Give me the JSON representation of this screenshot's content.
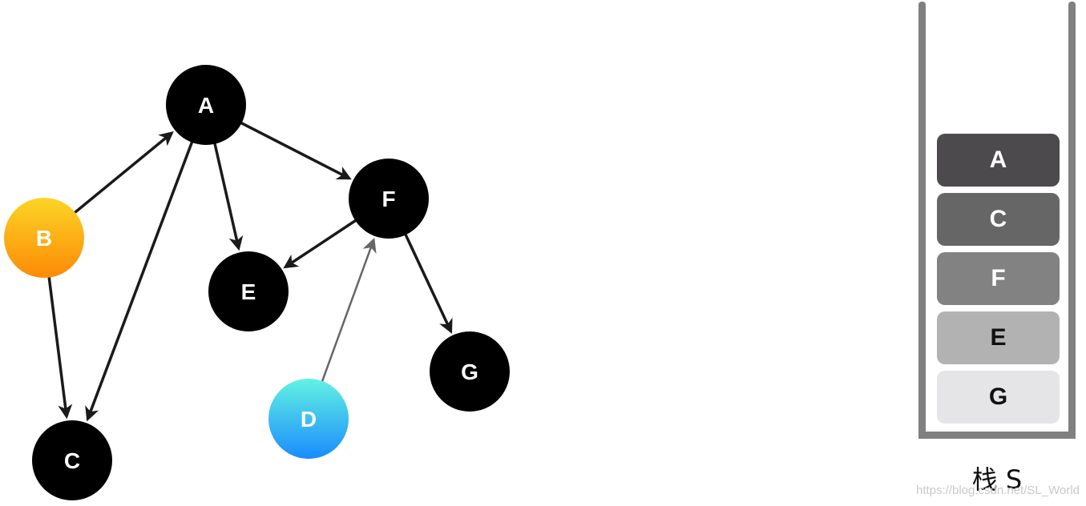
{
  "graph": {
    "nodes": [
      {
        "id": "A",
        "label": "A",
        "fill": "black"
      },
      {
        "id": "B",
        "label": "B",
        "fill": "orange"
      },
      {
        "id": "C",
        "label": "C",
        "fill": "black"
      },
      {
        "id": "D",
        "label": "D",
        "fill": "blue"
      },
      {
        "id": "E",
        "label": "E",
        "fill": "black"
      },
      {
        "id": "F",
        "label": "F",
        "fill": "black"
      },
      {
        "id": "G",
        "label": "G",
        "fill": "black"
      }
    ],
    "edges": [
      {
        "from": "B",
        "to": "A"
      },
      {
        "from": "B",
        "to": "C"
      },
      {
        "from": "A",
        "to": "C"
      },
      {
        "from": "A",
        "to": "E"
      },
      {
        "from": "A",
        "to": "F"
      },
      {
        "from": "F",
        "to": "E"
      },
      {
        "from": "F",
        "to": "G"
      },
      {
        "from": "D",
        "to": "F"
      }
    ],
    "colors": {
      "node_dark": "#000000",
      "edge": "#1a1a1a",
      "edge_light": "#666666",
      "orange_top": "#fcd526",
      "orange_bottom": "#fd8a06",
      "blue_top": "#62f2e2",
      "blue_bottom": "#1a8cff"
    }
  },
  "stack": {
    "caption": "栈 S",
    "items": [
      {
        "label": "A",
        "color": "#4c4a4d",
        "text_color": "#ffffff"
      },
      {
        "label": "C",
        "color": "#666666",
        "text_color": "#ffffff"
      },
      {
        "label": "F",
        "color": "#828282",
        "text_color": "#ffffff"
      },
      {
        "label": "E",
        "color": "#b2b2b2",
        "text_color": "#111111"
      },
      {
        "label": "G",
        "color": "#e5e4e6",
        "text_color": "#111111"
      }
    ],
    "wall_color": "#808080"
  },
  "watermark": "https://blog.csdn.net/SL_World"
}
